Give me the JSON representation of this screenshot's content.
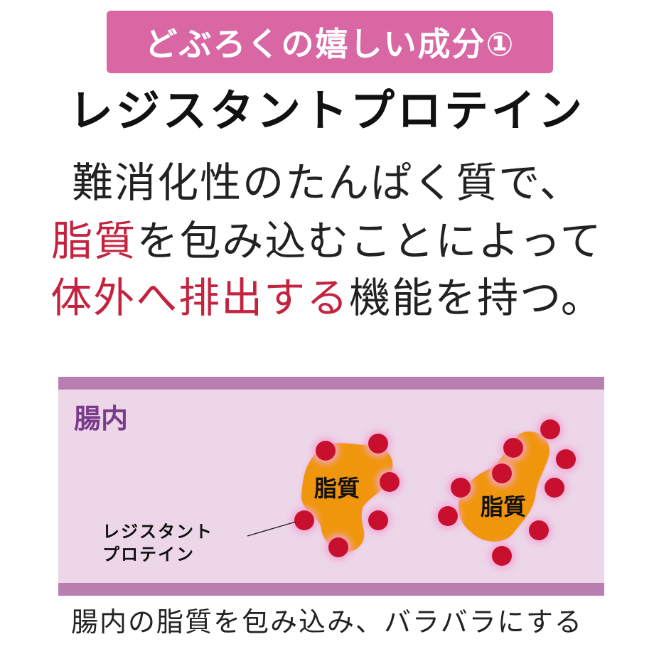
{
  "badge": {
    "text": "どぶろくの嬉しい成分①"
  },
  "title": "レジスタントプロテイン",
  "description": {
    "line1": "難消化性のたんぱく質で、",
    "line2_highlight": "脂質",
    "line2_rest": "を包み込むことによって",
    "line3_highlight": "体外へ排出する",
    "line3_rest": "機能を持つ。"
  },
  "diagram": {
    "area_label": "腸内",
    "blob1_label": "脂質",
    "blob2_label": "脂質",
    "pointer_label_line1": "レジスタント",
    "pointer_label_line2": "プロテイン"
  },
  "caption": "腸内の脂質を包み込み、バラバラにする",
  "colors": {
    "badge": "#d867a3",
    "highlight": "#c4233f",
    "band": "#b97eb0",
    "panel": "#ecd6e8",
    "area_label": "#7a3b8c",
    "fat": "#f0960c",
    "protein": "#c8102e",
    "glow": "#f3a6d6"
  }
}
